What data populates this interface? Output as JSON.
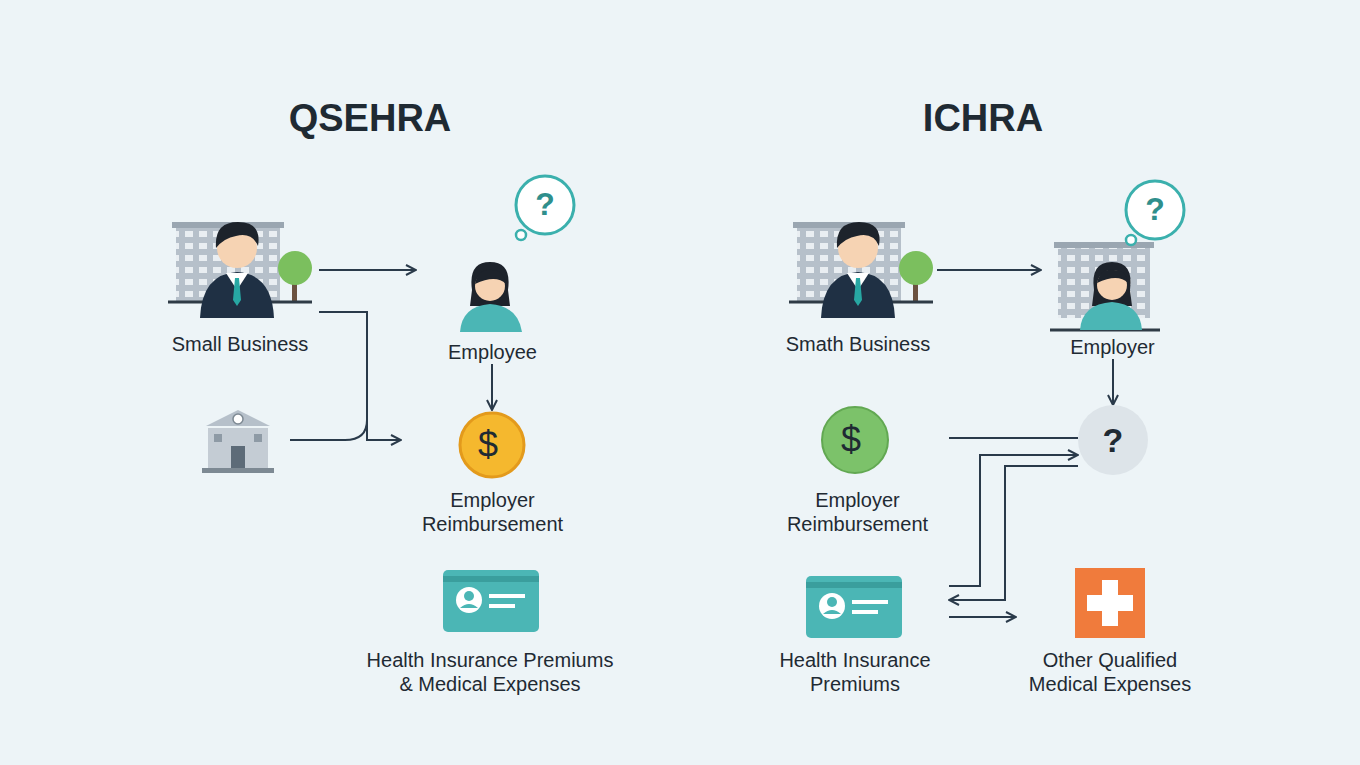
{
  "diagram": {
    "nodes": [
      {
        "text": [
          "Small Business"
        ]
      },
      {
        "text": [
          "Employee"
        ]
      },
      {
        "text": [
          "$",
          "Employer Reimbursement"
        ]
      },
      {
        "text": [
          "Health Insurance Premiums & Medical Expenses"
        ]
      },
      {
        "text": [
          "Smath Business"
        ]
      },
      {
        "text": [
          "Employer"
        ]
      },
      {
        "text": [
          "$",
          "Employer Reimbursement"
        ]
      },
      {
        "text": [
          "?"
        ]
      },
      {
        "text": [
          "Health Insurance Premiums"
        ]
      },
      {
        "text": [
          "Other Qualified Medical Expenses"
        ]
      }
    ],
    "edges": [
      {
        "from": 0,
        "to": 1,
        "arrow": "to"
      },
      {
        "from": 1,
        "to": 2,
        "arrow": "to"
      },
      {
        "from": 0,
        "to": 2,
        "arrow": "to"
      },
      {
        "from": 4,
        "to": 5,
        "arrow": "to"
      },
      {
        "from": 5,
        "to": 7,
        "arrow": "to"
      },
      {
        "from": 6,
        "to": 7,
        "arrow": "none"
      },
      {
        "from": 8,
        "to": 7,
        "arrow": "to"
      },
      {
        "from": 7,
        "to": 8,
        "arrow": "to"
      },
      {
        "from": 8,
        "to": 9,
        "arrow": "to"
      }
    ],
    "labels": [
      "QSEHRA",
      "ICHRA",
      "?",
      "?"
    ]
  }
}
